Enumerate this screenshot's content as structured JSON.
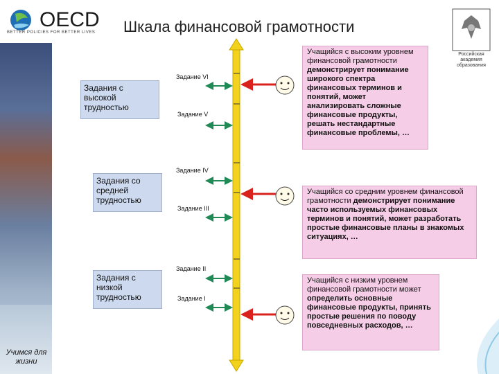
{
  "header": {
    "logo_text": "OECD",
    "logo_sub": "BETTER POLICIES FOR BETTER LIVES",
    "title": "Шкала финансовой грамотности",
    "rao_label": "Российская академия образования"
  },
  "motto": "Учимся для жизни",
  "difficulty_levels": [
    {
      "label": "Задания с высокой трудностью"
    },
    {
      "label": "Задания со средней трудностью"
    },
    {
      "label": "Задания с низкой трудностью"
    }
  ],
  "tasks": [
    "Задание VI",
    "Задание V",
    "Задание IV",
    "Задание III",
    "Задание II",
    "Задание I"
  ],
  "student_levels": [
    {
      "lead": "Учащийся  с высоким уровнем финансовой грамотности ",
      "text": "демонстрирует понимание широкого спектра финансовых терминов и понятий, может анализировать сложные финансовые продукты, решать нестандартные финансовые проблемы, …"
    },
    {
      "lead": "Учащийся  со средним уровнем финансовой грамотности ",
      "text": "демонстрирует понимание часто используемых финансовых терминов и понятий, может разработать простые финансовые планы в знакомых ситуациях, …"
    },
    {
      "lead": "Учащийся  с низким уровнем финансовой грамотности может ",
      "text": "определить основные финансовые продукты, принять простые решения  по поводу повседневных расходов, …"
    }
  ],
  "colors": {
    "scale": "#f2d21c",
    "green_arrow": "#1f8a55",
    "red_arrow": "#d9211e",
    "blue_box": "#ccd9ee",
    "pink_box": "#f5cde6"
  }
}
